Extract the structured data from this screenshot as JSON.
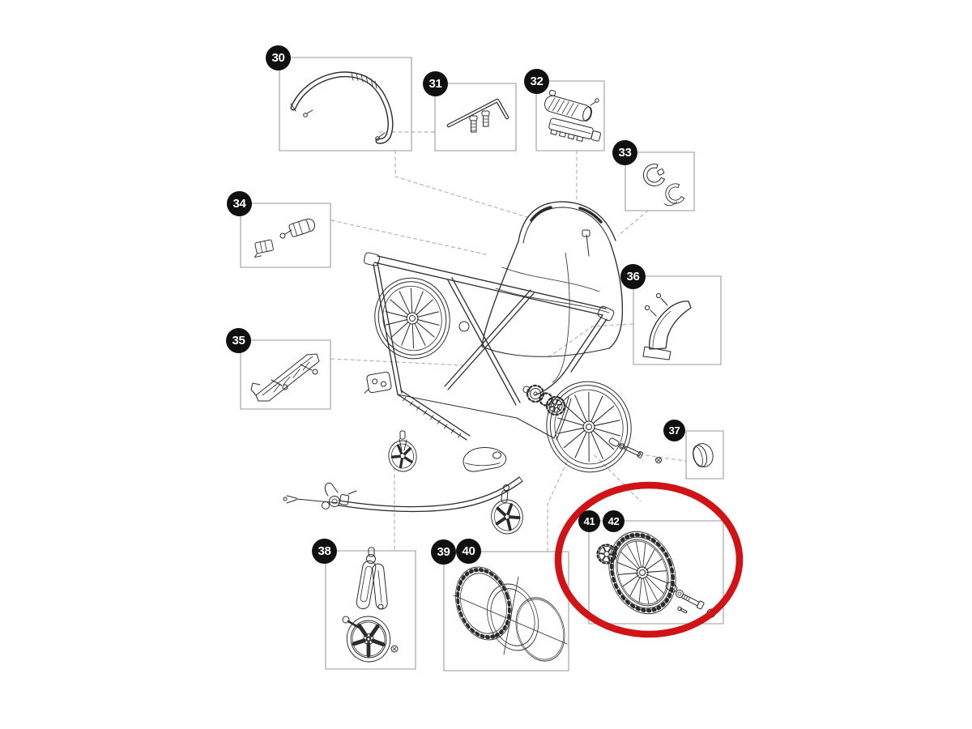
{
  "diagram": {
    "kind": "exploded-parts-diagram",
    "subject": "child-trailer-stroller-frame-assembly",
    "callouts": [
      {
        "label": "30",
        "illustration": "handlebar"
      },
      {
        "label": "31",
        "illustration": "hex-key-and-bolts"
      },
      {
        "label": "32",
        "illustration": "adjuster-latch"
      },
      {
        "label": "33",
        "illustration": "tube-clips"
      },
      {
        "label": "34",
        "illustration": "mounting-brackets-with-screw"
      },
      {
        "label": "35",
        "illustration": "side-rail-bracket-with-screws"
      },
      {
        "label": "36",
        "illustration": "guard-bracket-with-screws"
      },
      {
        "label": "37",
        "illustration": "hub-end-cap"
      },
      {
        "label": "38",
        "illustration": "caster-fork-and-wheel"
      },
      {
        "label": "39",
        "illustration": "tire"
      },
      {
        "label": "40",
        "illustration": "inner-tube-and-rim-ring"
      },
      {
        "label": "41",
        "illustration": "wheel-hub-adapter"
      },
      {
        "label": "42",
        "illustration": "spoked-wheel-with-axle-kit"
      }
    ],
    "highlight": {
      "type": "ellipse",
      "encircles": [
        "41",
        "42"
      ],
      "color": "#d01317"
    },
    "colors": {
      "background": "#ffffff",
      "line_art": "#2b2b2b",
      "box_border": "#9a9a9a",
      "connector": "#b5b5b5",
      "callout_bg": "#101010",
      "callout_text": "#ffffff",
      "highlight": "#d01317"
    }
  }
}
